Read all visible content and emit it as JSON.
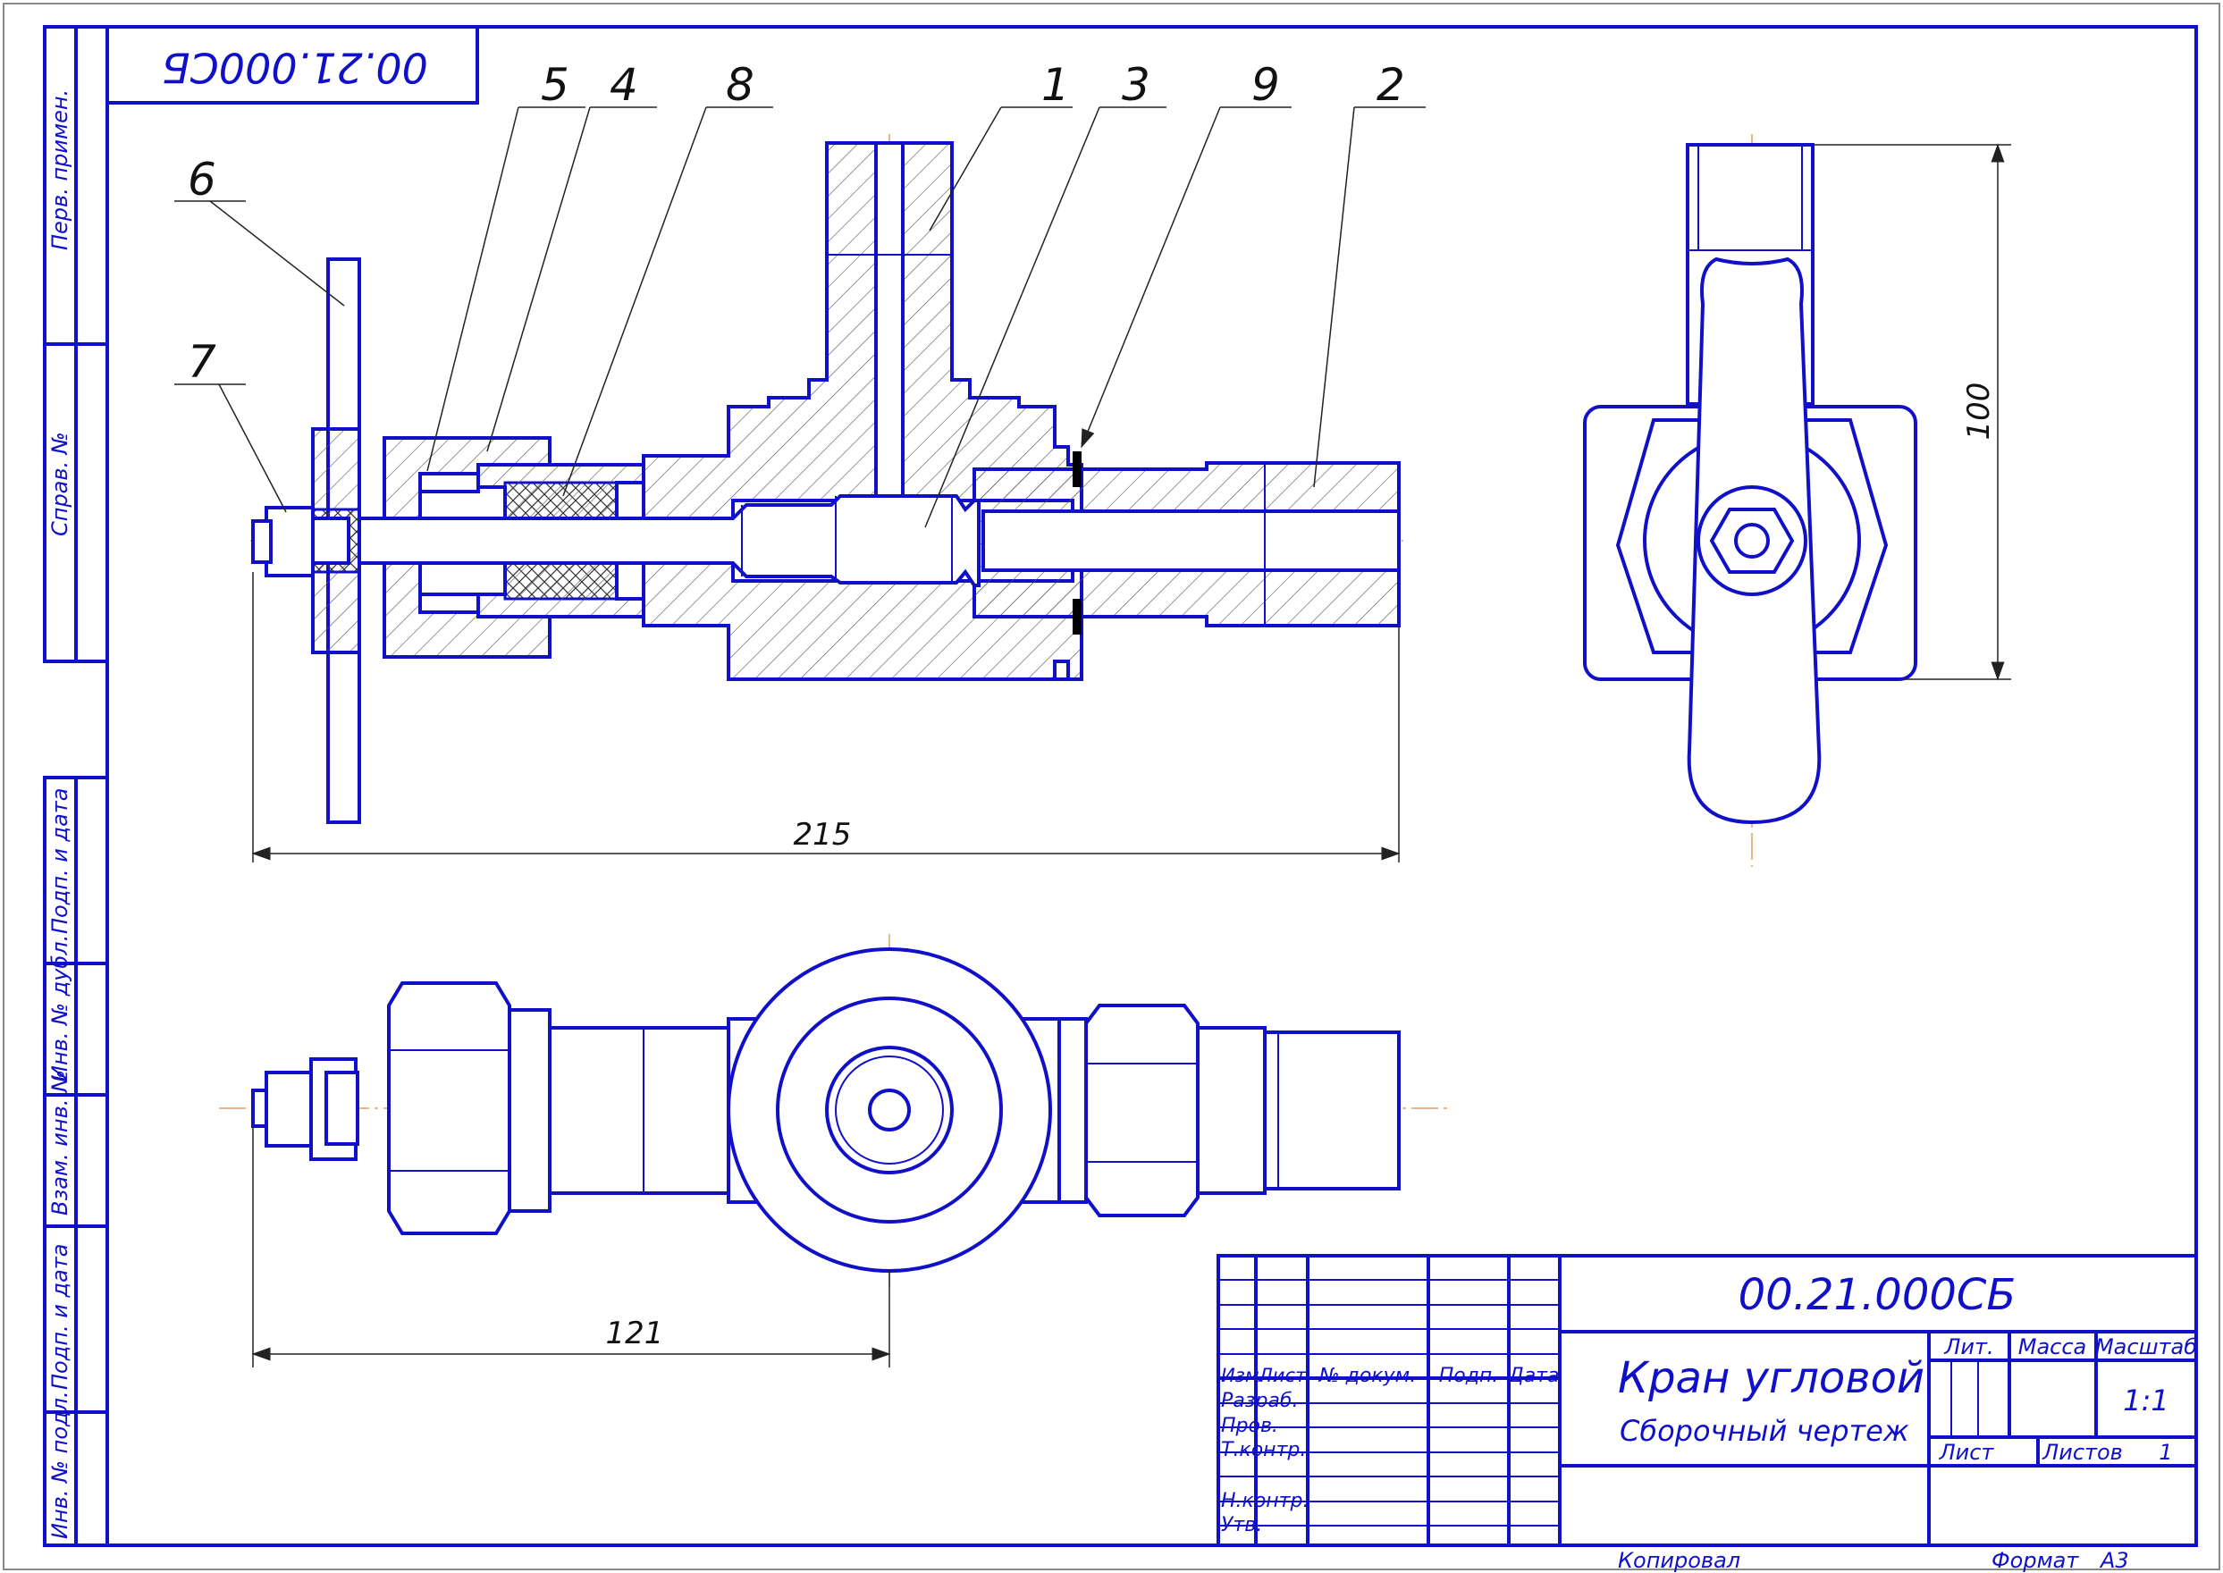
{
  "drawing": {
    "code": "00.21.000СБ",
    "code_rotated": "00.21.000СБ",
    "title": "Кран угловой",
    "subtitle": "Сборочный чертеж",
    "scale": "1:1",
    "sheets_count": "1",
    "format_label": "Формат",
    "format": "А3",
    "copied_label": "Копировал"
  },
  "side_columns": {
    "perv_primen": "Перв. примен.",
    "sprav_no": "Справ. №",
    "podp_data_1": "Подп. и дата",
    "inv_dubl": "Инв. № дубл.",
    "vzam_inv": "Взам. инв. №",
    "podp_data_2": "Подп. и дата",
    "inv_podl": "Инв. № подл."
  },
  "title_block": {
    "header": {
      "izm": "Изм.",
      "list": "Лист",
      "doc_no": "№ докум.",
      "podp": "Подп.",
      "data": "Дата"
    },
    "roles": {
      "razrab": "Разраб.",
      "prov": "Пров.",
      "tkontr": "Т.контр.",
      "nkontr": "Н.контр.",
      "utv": "Утв."
    },
    "lit": "Лит.",
    "massa": "Масса",
    "masshtab": "Масштаб",
    "sheet": "Лист",
    "sheets": "Листов"
  },
  "callouts": [
    "5",
    "4",
    "8",
    "1",
    "3",
    "9",
    "2",
    "6",
    "7"
  ],
  "dimensions": {
    "length_total": "215",
    "height_side": "100",
    "bottom_offset": "121"
  },
  "colors": {
    "line": "#1010c8",
    "axis": "#e0a060",
    "dimension": "#222222"
  }
}
